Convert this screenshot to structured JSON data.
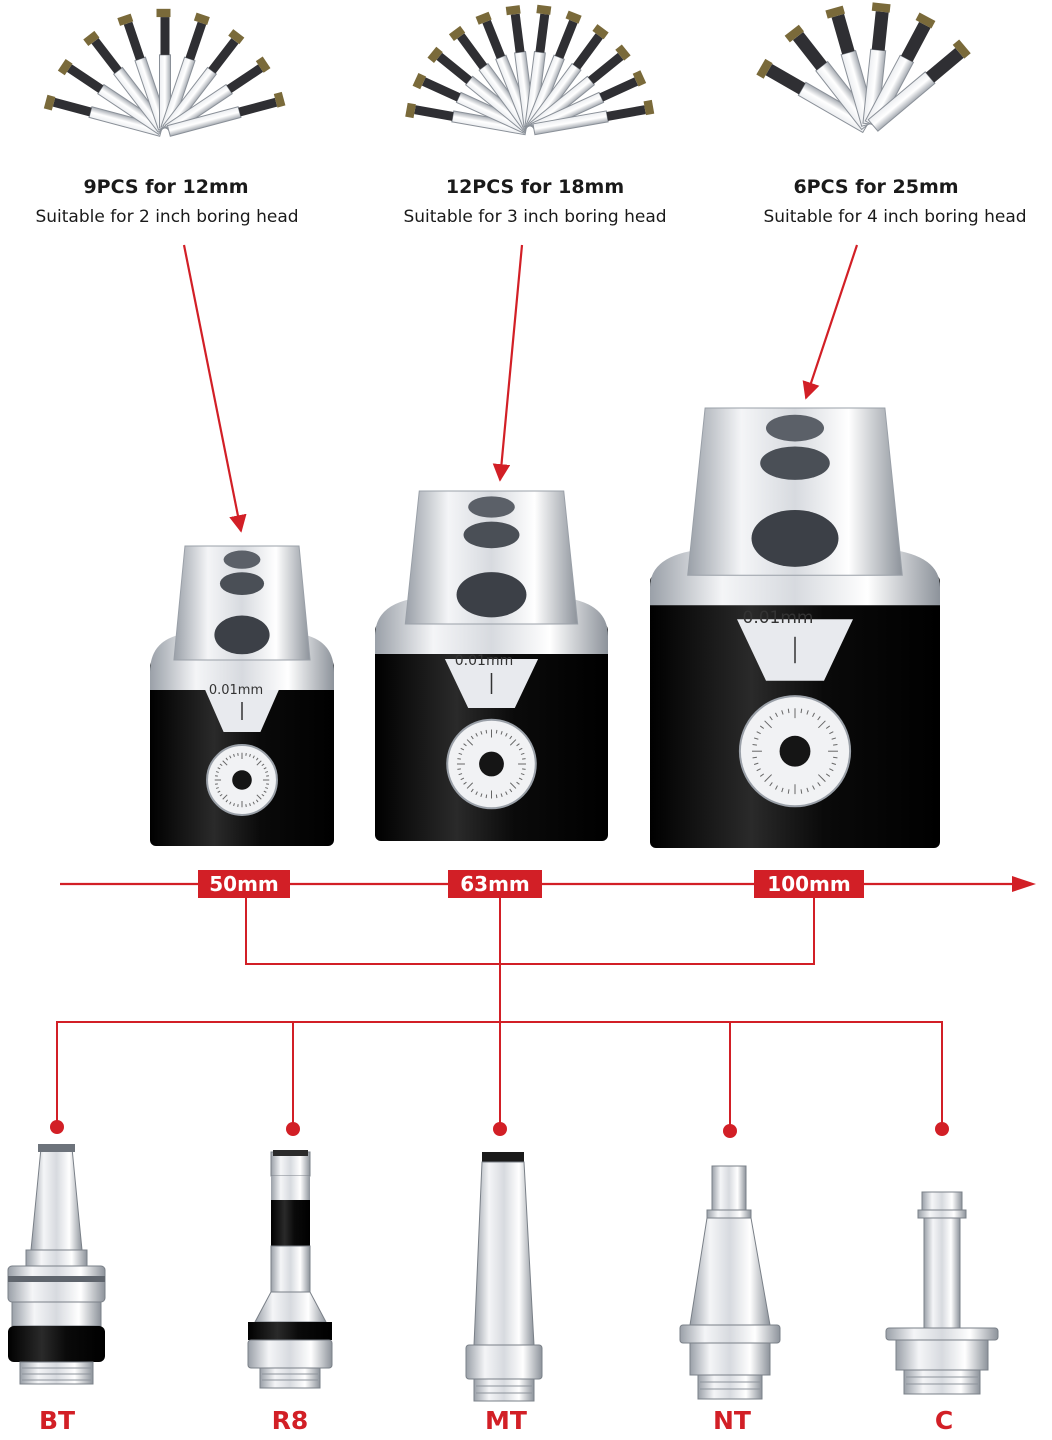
{
  "colors": {
    "accent_red": "#d21f26",
    "text_dark": "#1a1a1a",
    "chrome": "#e6e8ec",
    "black_body": "#0c0c0c"
  },
  "tool_sets": [
    {
      "title": "9PCS for 12mm",
      "subtitle": "Suitable for 2 inch boring head"
    },
    {
      "title": "12PCS for 18mm",
      "subtitle": "Suitable for 3 inch boring head"
    },
    {
      "title": "6PCS for 25mm",
      "subtitle": "Suitable for 4 inch boring head"
    }
  ],
  "heads": [
    {
      "size_label": "50mm",
      "scale_label": "0.01mm"
    },
    {
      "size_label": "63mm",
      "scale_label": "0.01mm"
    },
    {
      "size_label": "100mm",
      "scale_label": "0.01mm"
    }
  ],
  "shanks": [
    {
      "label": "BT"
    },
    {
      "label": "R8"
    },
    {
      "label": "MT"
    },
    {
      "label": "NT"
    },
    {
      "label": "C"
    }
  ]
}
